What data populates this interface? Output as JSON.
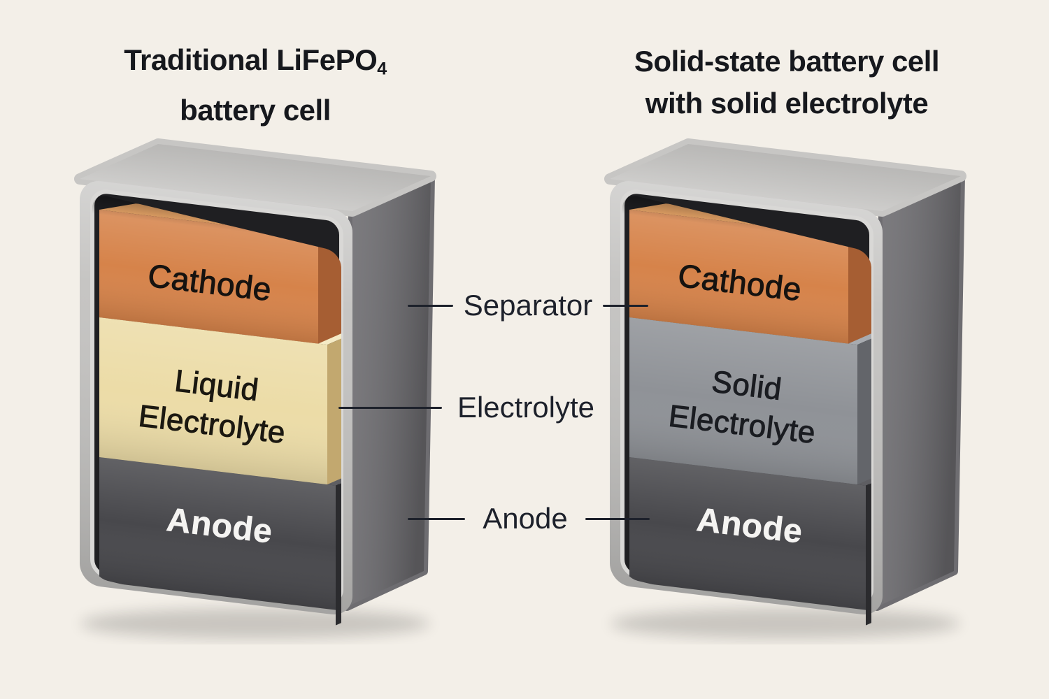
{
  "colors": {
    "background": "#f3efe8",
    "title": "#16181d",
    "ink": "#1d212b",
    "case_top": "#c7c6c4",
    "case_frame": "#c3c2c0",
    "case_side": "#6e6d71",
    "case_cavity": "#1f1f22",
    "case_rim": "#d9d8d6"
  },
  "titles": {
    "left": {
      "line1": "Traditional LiFePO",
      "subscript": "4",
      "line2": "battery cell"
    },
    "right": {
      "line1": "Solid-state battery cell",
      "line2": "with solid electrolyte"
    }
  },
  "center_labels": {
    "separator": "Separator",
    "electrolyte": "Electrolyte",
    "anode": "Anode"
  },
  "cells": [
    {
      "name": "Traditional LiFePO4 battery cell",
      "layers": [
        {
          "id": "cathode",
          "lines": [
            "Cathode"
          ],
          "front": "#d6834a",
          "top": "#e9a668",
          "side": "#a65e33",
          "text": "#161310"
        },
        {
          "id": "liquid-electrolyte",
          "lines": [
            "Liquid",
            "Electrolyte"
          ],
          "front": "#ecdca7",
          "top": "#f5ebc6",
          "side": "#c2a86f",
          "text": "#1b1811"
        },
        {
          "id": "anode",
          "lines": [
            "Anode"
          ],
          "front": "#48484c",
          "top": "#5e5e62",
          "side": "#2b2b2e",
          "text": "#f5f4f2"
        }
      ]
    },
    {
      "name": "Solid-state battery cell with solid electrolyte",
      "layers": [
        {
          "id": "cathode",
          "lines": [
            "Cathode"
          ],
          "front": "#d6834a",
          "top": "#e9a668",
          "side": "#a65e33",
          "text": "#161310"
        },
        {
          "id": "solid-electrolyte",
          "lines": [
            "Solid",
            "Electrolyte"
          ],
          "front": "#8f9297",
          "top": "#a8abb0",
          "side": "#63656a",
          "text": "#1a1c21"
        },
        {
          "id": "anode",
          "lines": [
            "Anode"
          ],
          "front": "#48484c",
          "top": "#5e5e62",
          "side": "#2b2b2e",
          "text": "#f5f4f2"
        }
      ]
    }
  ]
}
